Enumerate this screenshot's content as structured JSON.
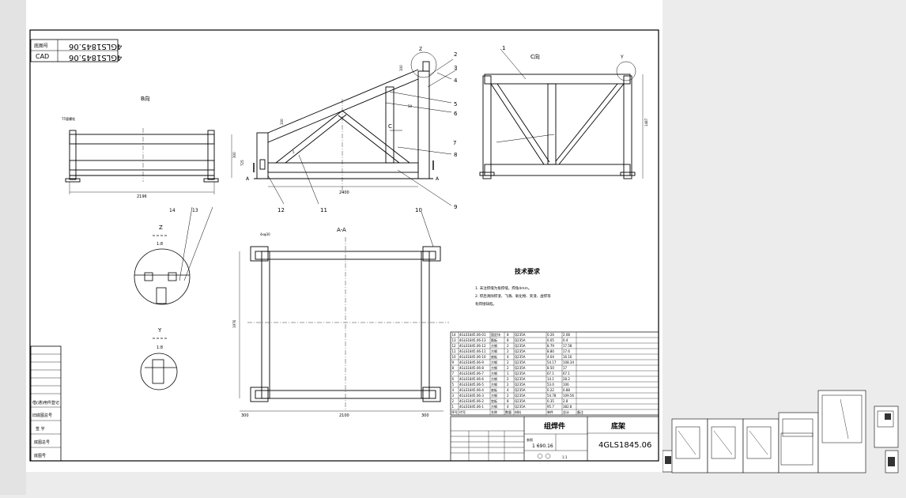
{
  "drawing": {
    "title_block": {
      "part_type": "组焊件",
      "part_name": "底架",
      "drawing_no": "4GLS1845.06",
      "weight": "1 690.16",
      "scale": "1:1",
      "note": "参照"
    },
    "top_left_stamp": {
      "label1": "底图号",
      "label2": "CAD",
      "value": "4GLS1845.06"
    },
    "views": {
      "b_view": "B向",
      "c_view": "C向",
      "aa_section": "A-A",
      "z_detail": "Z",
      "z_scale": "1:8",
      "y_detail": "Y",
      "y_scale": "1:8",
      "z_marker": "Z",
      "y_marker": "Y",
      "c_marker": "C",
      "a_marker": "A"
    },
    "dimensions": {
      "b_width": "2196",
      "main_width": "2400",
      "aa_left": "300",
      "aa_mid": "2100",
      "aa_right": "300",
      "aa_height": "1976",
      "aa_hole": "4xφ30",
      "dim50": "50",
      "dim5": "5",
      "dim1487": "1487",
      "dim300": "300",
      "dim725": "725",
      "dim100": "100"
    },
    "balloons": [
      "1",
      "2",
      "3",
      "4",
      "5",
      "6",
      "7",
      "8",
      "9",
      "10",
      "11",
      "12",
      "13",
      "14"
    ],
    "tech_req": {
      "title": "技术要求",
      "lines": [
        "1. 未注焊缝为角焊缝，焊角4mm。",
        "2. 焊后清除焊渣、飞溅、氧化物、夹渣、虚焊等",
        "   有焊接缺陷。"
      ]
    },
    "bom": {
      "rows": [
        {
          "no": "14",
          "code": "4GLS1845.06-01",
          "name": "固定块",
          "qty": "8",
          "mat": "Q235A",
          "w": "0.26",
          "tw": "2.08"
        },
        {
          "no": "13",
          "code": "4GLS1845.06-13",
          "name": "筋板",
          "qty": "8",
          "mat": "Q235A",
          "w": "0.05",
          "tw": "0.4"
        },
        {
          "no": "12",
          "code": "4GLS1845.06-12",
          "name": "方钢",
          "qty": "2",
          "mat": "Q235A",
          "w": "8.79",
          "tw": "17.58"
        },
        {
          "no": "11",
          "code": "4GLS1845.06-11",
          "name": "方钢",
          "qty": "2",
          "mat": "Q235A",
          "w": "8.80",
          "tw": "17.6"
        },
        {
          "no": "10",
          "code": "4GLS1845.06-10",
          "name": "底板",
          "qty": "4",
          "mat": "Q235A",
          "w": "4.04",
          "tw": "16.16"
        },
        {
          "no": "9",
          "code": "4GLS1845.06-9",
          "name": "方钢",
          "qty": "2",
          "mat": "Q235A",
          "w": "54.17",
          "tw": "108.34"
        },
        {
          "no": "8",
          "code": "4GLS1845.06-8",
          "name": "方钢",
          "qty": "2",
          "mat": "Q235A",
          "w": "8.50",
          "tw": "17"
        },
        {
          "no": "7",
          "code": "4GLS1845.06-7",
          "name": "方钢",
          "qty": "1",
          "mat": "Q235A",
          "w": "67.1",
          "tw": "67.1"
        },
        {
          "no": "6",
          "code": "4GLS1845.06-6",
          "name": "方钢",
          "qty": "2",
          "mat": "Q235A",
          "w": "14.1",
          "tw": "28.2"
        },
        {
          "no": "5",
          "code": "4GLS1845.06-5",
          "name": "方钢",
          "qty": "2",
          "mat": "Q235A",
          "w": "53.0",
          "tw": "106"
        },
        {
          "no": "4",
          "code": "4GLS1845.06-4",
          "name": "底板",
          "qty": "4",
          "mat": "Q235A",
          "w": "0.22",
          "tw": "0.88"
        },
        {
          "no": "3",
          "code": "4GLS1845.06-3",
          "name": "方钢",
          "qty": "2",
          "mat": "Q235A",
          "w": "54.78",
          "tw": "109.56"
        },
        {
          "no": "2",
          "code": "4GLS1845.06-2",
          "name": "垫板",
          "qty": "8",
          "mat": "Q235A",
          "w": "0.35",
          "tw": "2.8"
        },
        {
          "no": "1",
          "code": "4GLS1845.06-1",
          "name": "方钢",
          "qty": "4",
          "mat": "Q235A",
          "w": "95.7",
          "tw": "382.8"
        }
      ],
      "header": [
        "序号",
        "代号",
        "名称",
        "数量",
        "材料",
        "单件",
        "总计",
        "备注"
      ]
    },
    "left_table": {
      "rows": [
        "借(通)用件登记",
        "旧底图总号",
        "签  字",
        "底图总号",
        "底图号"
      ]
    },
    "thumbnails": {
      "count": 8
    }
  }
}
